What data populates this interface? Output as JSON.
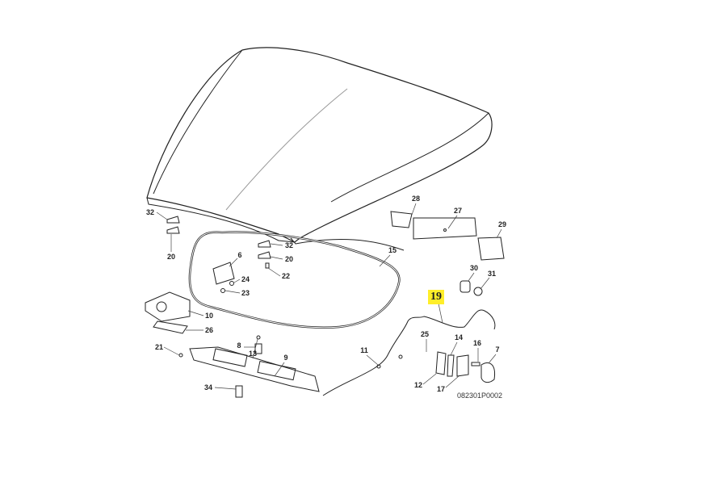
{
  "diagram": {
    "title": "Bonnet / hood release components",
    "highlighted_part": "19",
    "highlight_color": "#ffee2a",
    "drawing_code": "082301P0002",
    "callouts": [
      "32",
      "20",
      "32",
      "20",
      "22",
      "6",
      "24",
      "23",
      "10",
      "26",
      "13",
      "8",
      "9",
      "21",
      "34",
      "15",
      "28",
      "27",
      "29",
      "30",
      "31",
      "11",
      "25",
      "14",
      "16",
      "7",
      "12",
      "17"
    ]
  }
}
